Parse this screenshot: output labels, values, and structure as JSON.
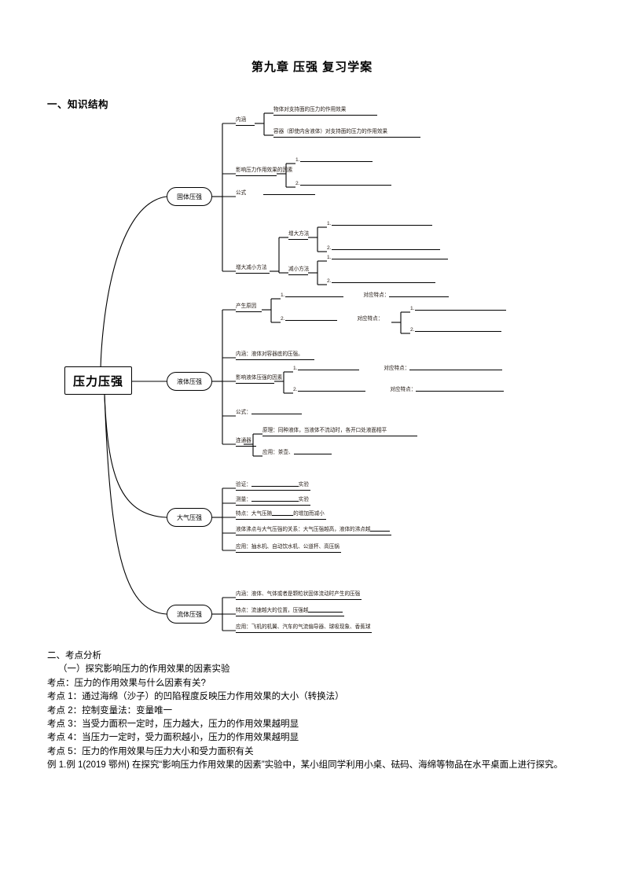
{
  "document": {
    "title": "第九章  压强  复习学案",
    "section1_heading": "一、知识结构",
    "section2_heading": "二、考点分析",
    "section2_sub": "（一）探究影响压力的作用效果的因素实验"
  },
  "mindmap": {
    "root": "压力压强",
    "branches": [
      {
        "id": "solid",
        "label": "固体压强",
        "items": [
          {
            "label": "内涵",
            "children": [
              {
                "text": "物体对支持面的压力的作用效果"
              },
              {
                "text": "容器（即使内含液体）对支持面的压力的作用效果"
              }
            ]
          },
          {
            "label": "影响压力作用效果的因素",
            "children": [
              {
                "text": "1."
              },
              {
                "text": "2."
              }
            ]
          },
          {
            "label": "公式",
            "blank": true
          },
          {
            "label": "增大减小方法",
            "children": [
              {
                "text": "增大方法",
                "children": [
                  {
                    "text": "1."
                  },
                  {
                    "text": "2."
                  }
                ]
              },
              {
                "text": "减小方法",
                "children": [
                  {
                    "text": "1."
                  },
                  {
                    "text": "2."
                  }
                ]
              }
            ]
          }
        ]
      },
      {
        "id": "liquid",
        "label": "液体压强",
        "items": [
          {
            "label": "产生原因",
            "children": [
              {
                "text": "1.",
                "note": "对应特点："
              },
              {
                "text": "2.",
                "note": "对应特点：",
                "children": [
                  {
                    "text": "1."
                  },
                  {
                    "text": "2."
                  }
                ]
              }
            ]
          },
          {
            "label": "内涵：液体对容器底的压强。"
          },
          {
            "label": "影响液体压强的因素",
            "children": [
              {
                "text": "1.",
                "note": "对应特点："
              },
              {
                "text": "2.",
                "note": "对应特点："
              }
            ]
          },
          {
            "label": "公式："
          },
          {
            "label": "连通器",
            "children": [
              {
                "text": "原理：同种液体，当液体不流动时，各开口处液面相平"
              },
              {
                "text": "应用：茶壶、"
              }
            ]
          }
        ]
      },
      {
        "id": "atmos",
        "label": "大气压强",
        "items": [
          {
            "label": "验证：",
            "suffix": "实验"
          },
          {
            "label": "测量：",
            "suffix": "实验"
          },
          {
            "label": "特点：大气压随",
            "suffix": "的增加而减小"
          },
          {
            "label": "液体沸点与大气压强的关系：大气压强越高，液体的沸点越"
          },
          {
            "label": "应用：抽水机、自动饮水机、公道杯、高压锅"
          }
        ]
      },
      {
        "id": "fluid",
        "label": "流体压强",
        "items": [
          {
            "label": "内涵：液体、气体或者是颗粒状固体流动时产生的压强"
          },
          {
            "label": "特点：流速越大的位置，压强越"
          },
          {
            "label": "应用：飞机的机翼、汽车的气流偏导器、球吸现象、香蕉球"
          }
        ]
      }
    ]
  },
  "body_text": {
    "lines": [
      "考点：压力的作用效果与什么因素有关?",
      "考点 1：通过海绵（沙子）的凹陷程度反映压力作用效果的大小（转换法）",
      "考点 2：控制变量法：变量唯一",
      "考点 3：当受力面积一定时，压力越大，压力的作用效果越明显",
      "考点 4：当压力一定时，受力面积越小，压力的作用效果越明显",
      "考点 5：压力的作用效果与压力大小和受力面积有关"
    ],
    "example": "例 1.例 1(2019 鄂州) 在探究“影响压力作用效果的因素”实验中，某小组同学利用小桌、砝码、海绵等物品在水平桌面上进行探究。"
  }
}
